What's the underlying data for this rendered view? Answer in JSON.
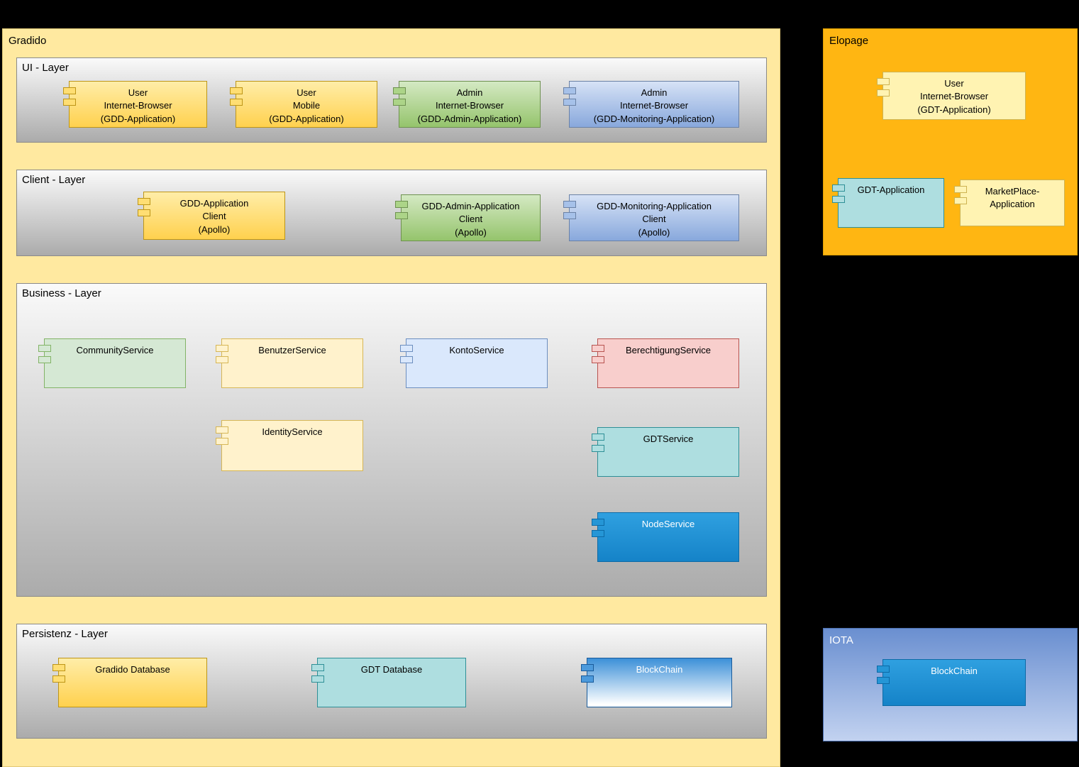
{
  "gradido": {
    "label": "Gradido",
    "layers": {
      "ui": {
        "label": "UI - Layer",
        "components": {
          "user_browser": "User\nInternet-Browser\n(GDD-Application)",
          "user_mobile": "User\nMobile\n(GDD-Application)",
          "admin_browser": "Admin\nInternet-Browser\n(GDD-Admin-Application)",
          "admin_monitoring_browser": "Admin\nInternet-Browser\n(GDD-Monitoring-Application)"
        }
      },
      "client": {
        "label": "Client - Layer",
        "components": {
          "gdd_client": "GDD-Application\nClient\n(Apollo)",
          "gdd_admin_client": "GDD-Admin-Application\nClient\n(Apollo)",
          "gdd_monitoring_client": "GDD-Monitoring-Application\nClient\n(Apollo)"
        }
      },
      "business": {
        "label": "Business - Layer",
        "components": {
          "community": "CommunityService",
          "benutzer": "BenutzerService",
          "konto": "KontoService",
          "berechtigung": "BerechtigungService",
          "identity": "IdentityService",
          "gdt": "GDTService",
          "node": "NodeService"
        }
      },
      "persistenz": {
        "label": "Persistenz - Layer",
        "components": {
          "gradido_db": "Gradido Database",
          "gdt_db": "GDT Database",
          "blockchain": "BlockChain"
        }
      }
    }
  },
  "elopage": {
    "label": "Elopage",
    "components": {
      "user_browser": "User\nInternet-Browser\n(GDT-Application)",
      "gdt_application": "GDT-Application",
      "marketplace": "MarketPlace-\nApplication"
    }
  },
  "iota": {
    "label": "IOTA",
    "components": {
      "blockchain": "BlockChain"
    }
  },
  "colors": {
    "background": "#000000",
    "gradido_container": "#FFE9A0",
    "elopage_container": "#FFB612",
    "iota_container_top": "#6A8FD0",
    "layer_gradient_bottom": "#ABABAB",
    "yellow_component": "#FFD14E",
    "green_component": "#95C46C",
    "blue_component": "#88A8DC",
    "red_component": "#F8CECC",
    "teal_component": "#AEDEE0",
    "node_service_blue": "#1583C8"
  }
}
